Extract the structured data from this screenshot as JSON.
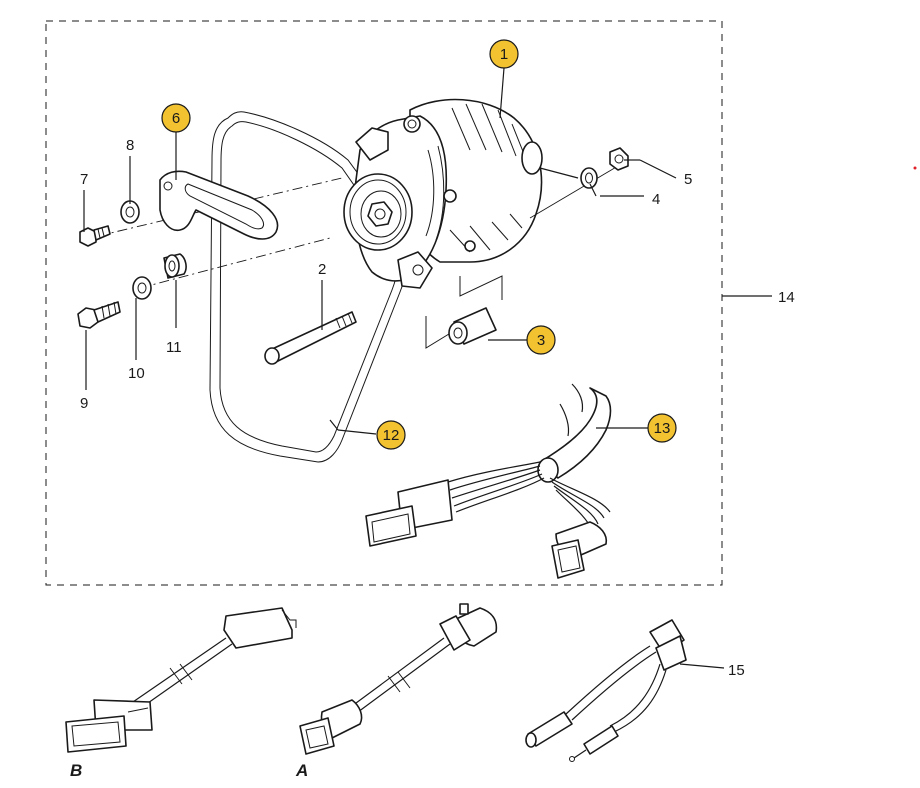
{
  "diagram": {
    "kit_ref": "14",
    "callouts": [
      {
        "id": "1",
        "highlight": true
      },
      {
        "id": "2",
        "highlight": false
      },
      {
        "id": "3",
        "highlight": true
      },
      {
        "id": "4",
        "highlight": false
      },
      {
        "id": "5",
        "highlight": false
      },
      {
        "id": "6",
        "highlight": true
      },
      {
        "id": "7",
        "highlight": false
      },
      {
        "id": "8",
        "highlight": false
      },
      {
        "id": "9",
        "highlight": false
      },
      {
        "id": "10",
        "highlight": false
      },
      {
        "id": "11",
        "highlight": false
      },
      {
        "id": "12",
        "highlight": true
      },
      {
        "id": "13",
        "highlight": true
      },
      {
        "id": "15",
        "highlight": false
      }
    ],
    "variants": [
      {
        "id": "B"
      },
      {
        "id": "A"
      }
    ],
    "colors": {
      "highlight_fill": "#f2c230",
      "line": "#1a1a1a",
      "stray_dot": "#e0202a"
    }
  }
}
